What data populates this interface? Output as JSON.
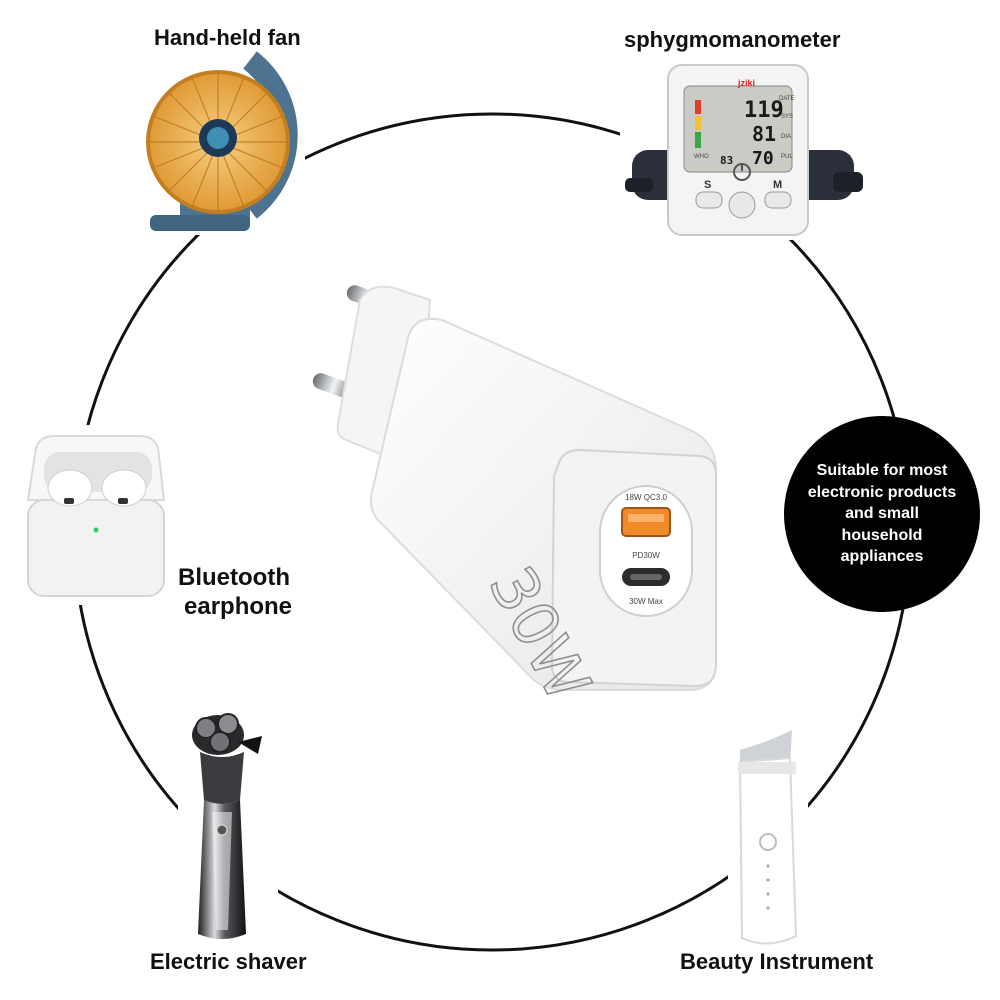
{
  "labels": {
    "fan": "Hand-held fan",
    "bp_monitor": "sphygmomanometer",
    "earphone_line1": "Bluetooth",
    "earphone_line2": "earphone",
    "shaver": "Electric shaver",
    "beauty": "Beauty Instrument"
  },
  "badge_text": "Suitable for most electronic products and small household appliances",
  "charger": {
    "power": "30W",
    "usb_a_label": "18W QC3.0",
    "usb_c_label": "PD30W",
    "max_label": "30W Max"
  },
  "bp_display": {
    "brand": "jziki",
    "sys": "119",
    "dia": "81",
    "pul": "70",
    "small_num": "83",
    "btn_s": "S",
    "btn_m": "M",
    "tag_date": "DATE",
    "tag_sys": "SYS",
    "tag_dia": "DIA",
    "tag_pul": "PUL",
    "tag_who": "WHO"
  },
  "colors": {
    "background": "#ffffff",
    "circle": "#111111",
    "badge": "#000000",
    "badge_text": "#ffffff",
    "fan_blade": "#e9a640",
    "fan_frame": "#4d7390",
    "usb_port": "#f08a2a"
  }
}
